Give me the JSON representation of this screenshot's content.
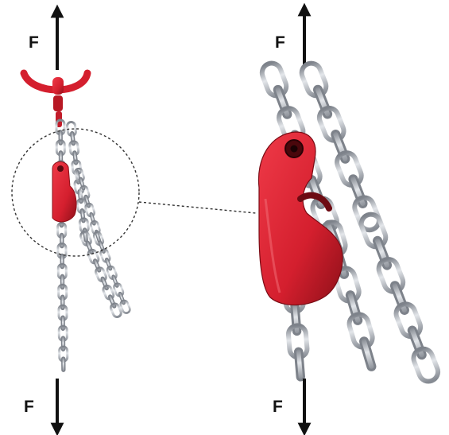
{
  "labels": {
    "force_left_top": "F",
    "force_left_bottom": "F",
    "force_right_top": "F",
    "force_right_bottom": "F"
  },
  "colors": {
    "hook_red": "#d41f2e",
    "hook_red_dark": "#8e1019",
    "chain_steel": "#b9bdc3",
    "chain_steel_dark": "#6e737b",
    "arrow": "#111111",
    "callout_line": "#333333"
  },
  "icons": {
    "arrow_up": "force-arrow-up-icon",
    "arrow_down": "force-arrow-down-icon",
    "hook": "shortening-hook",
    "chain": "chain-strand"
  }
}
